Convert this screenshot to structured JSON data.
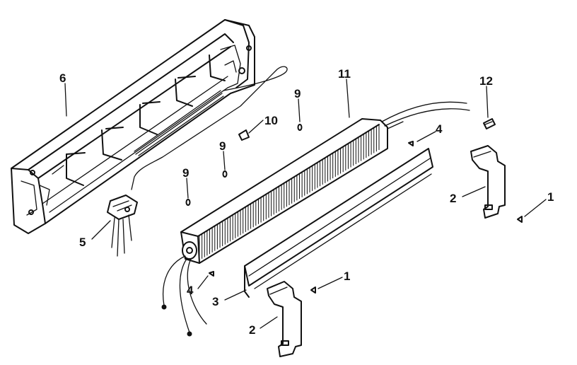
{
  "diagram": {
    "ink_color": "#111111",
    "background_color": "#ffffff",
    "callouts": [
      {
        "id": "c6",
        "text": "6"
      },
      {
        "id": "c11",
        "text": "11"
      },
      {
        "id": "c12",
        "text": "12"
      },
      {
        "id": "c9a",
        "text": "9"
      },
      {
        "id": "c10",
        "text": "10"
      },
      {
        "id": "c9b",
        "text": "9"
      },
      {
        "id": "c9c",
        "text": "9"
      },
      {
        "id": "c4a",
        "text": "4"
      },
      {
        "id": "c2a",
        "text": "2"
      },
      {
        "id": "c1a",
        "text": "1"
      },
      {
        "id": "c5",
        "text": "5"
      },
      {
        "id": "c4b",
        "text": "4"
      },
      {
        "id": "c1b",
        "text": "1"
      },
      {
        "id": "c3",
        "text": "3"
      },
      {
        "id": "c2b",
        "text": "2"
      }
    ]
  }
}
